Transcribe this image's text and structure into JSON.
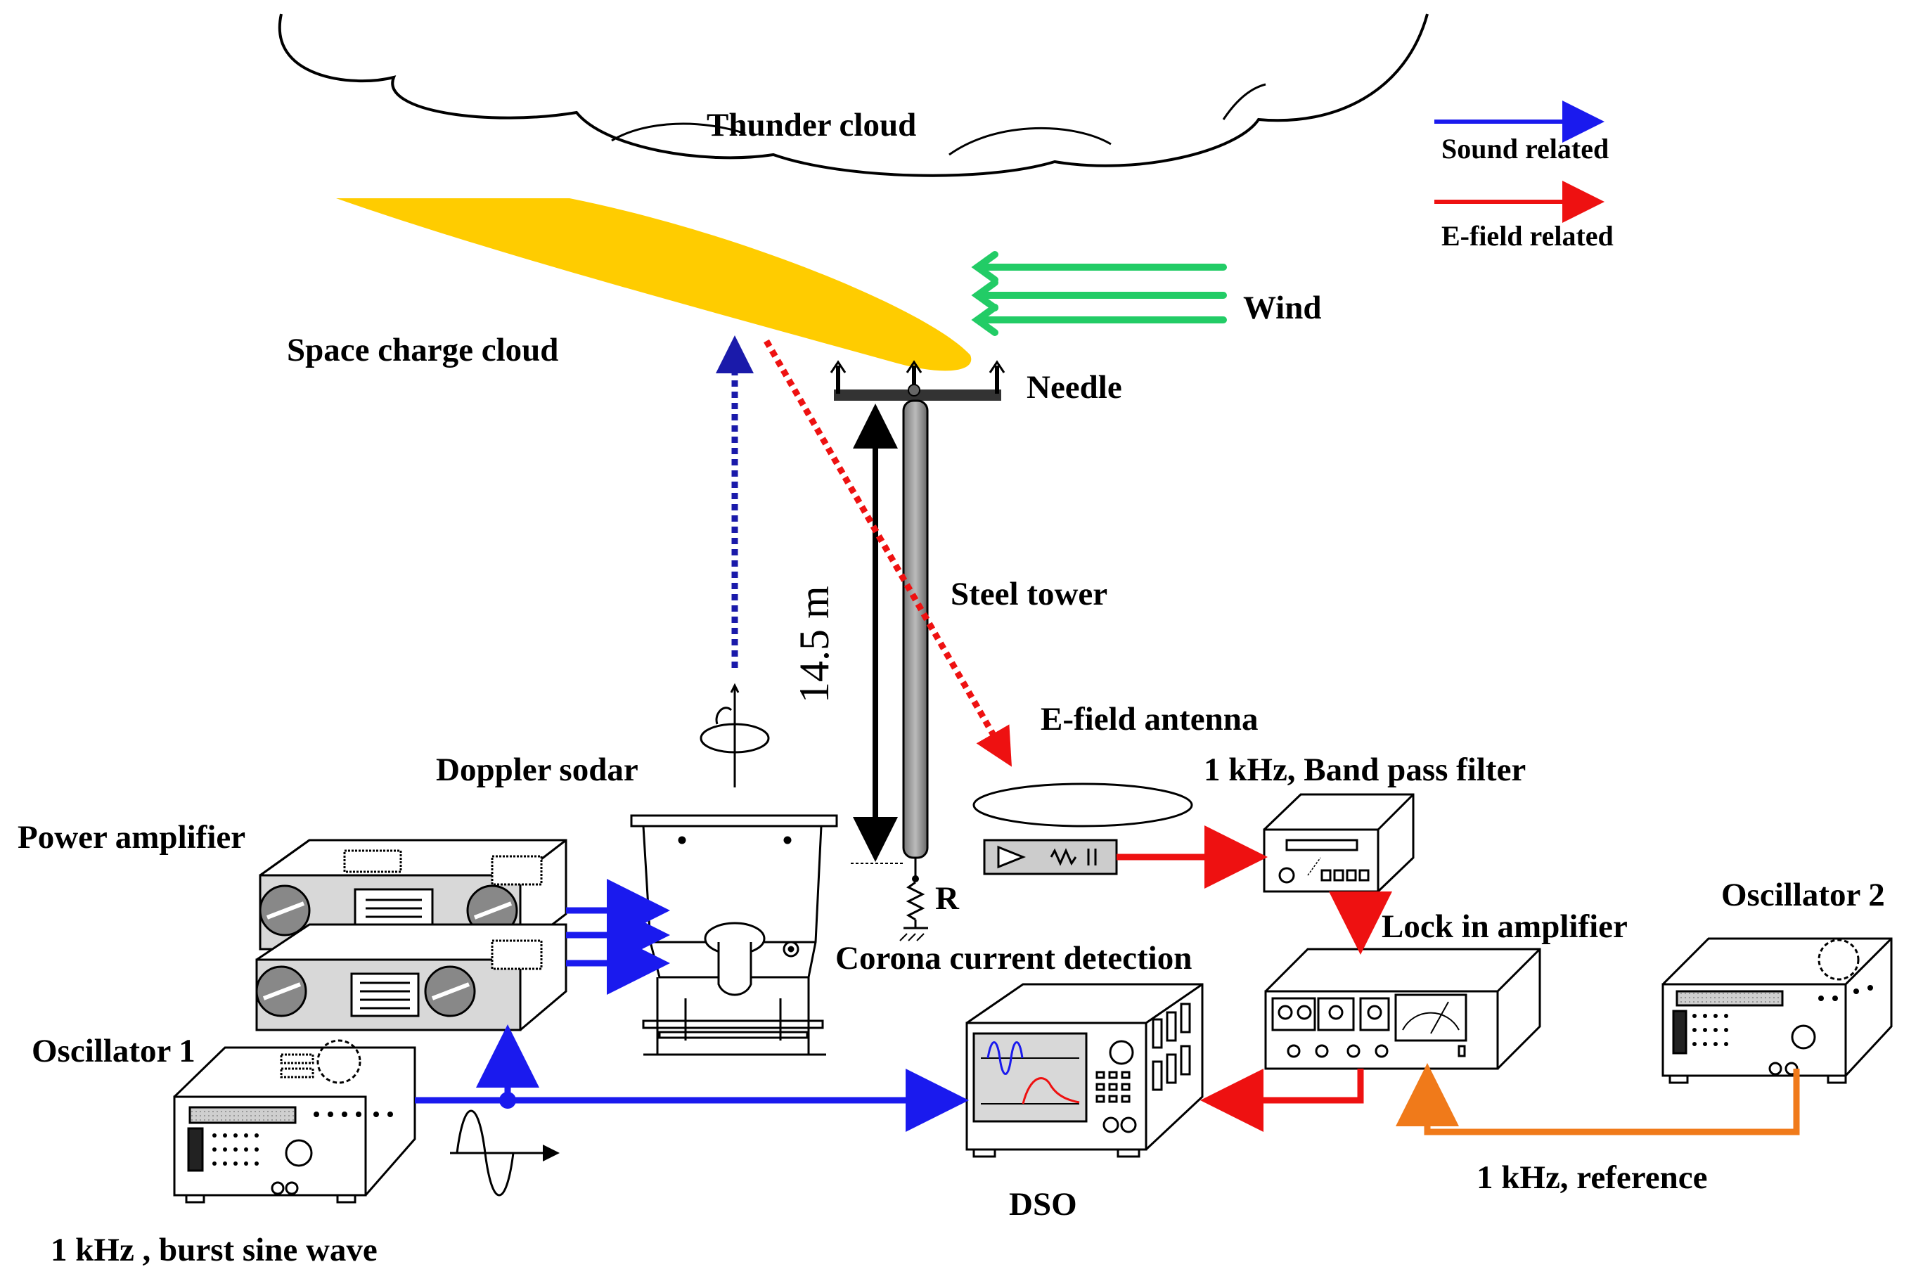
{
  "labels": {
    "thunder_cloud": "Thunder cloud",
    "space_charge_cloud": "Space charge cloud",
    "wind": "Wind",
    "needle": "Needle",
    "steel_tower": "Steel tower",
    "height": "14.5 m",
    "e_field_antenna": "E-field antenna",
    "band_pass_filter": "1 kHz, Band pass filter",
    "doppler_sodar": "Doppler sodar",
    "power_amplifier": "Power amplifier",
    "resistor": "R",
    "corona_current_detection": "Corona current detection",
    "lock_in_amplifier": "Lock in amplifier",
    "oscillator_2": "Oscillator 2",
    "oscillator_1": "Oscillator 1",
    "dso": "DSO",
    "reference": "1 kHz, reference",
    "burst_sine": "1 kHz , burst sine wave"
  },
  "legend": {
    "sound": "Sound related",
    "efield": "E-field related"
  },
  "colors": {
    "sound": "#1a1aee",
    "efield": "#ee1111",
    "reference": "#f07a1a",
    "wind": "#22cc66",
    "space_charge": "#ffcc00",
    "sound_beam": "#1a1aaa",
    "efield_beam": "#ee1111"
  }
}
